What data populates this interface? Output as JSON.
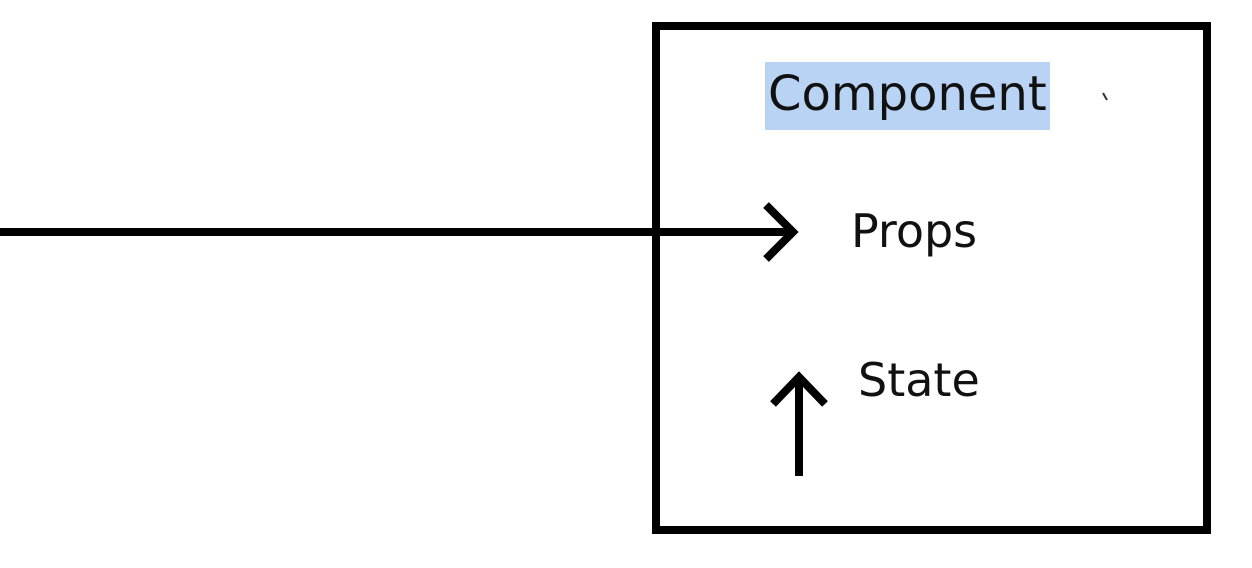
{
  "diagram": {
    "box_label": "Component",
    "props_label": "Props",
    "state_label": "State"
  },
  "colors": {
    "stroke": "#000000",
    "text": "#111111",
    "highlight": "#b9d3f5",
    "background": "#ffffff"
  },
  "icons": {
    "incoming_arrow": "arrow-right-icon",
    "state_arrow": "arrow-up-icon"
  }
}
